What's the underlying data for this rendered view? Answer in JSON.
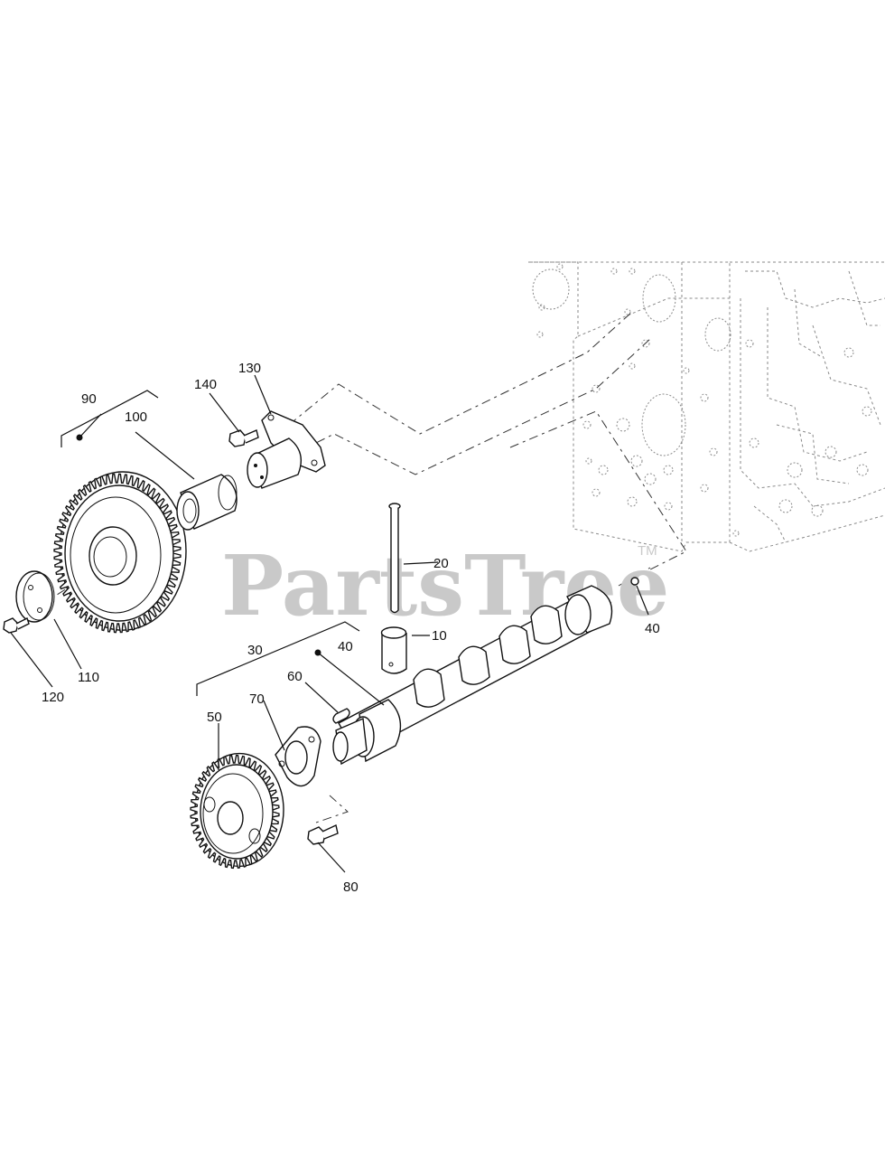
{
  "watermark": {
    "text": "PartsTree",
    "tm": "TM"
  },
  "callouts": {
    "c10": "10",
    "c20": "20",
    "c30": "30",
    "c40a": "40",
    "c40b": "40",
    "c50": "50",
    "c60": "60",
    "c70": "70",
    "c80": "80",
    "c90": "90",
    "c100": "100",
    "c110": "110",
    "c120": "120",
    "c130": "130",
    "c140": "140"
  }
}
